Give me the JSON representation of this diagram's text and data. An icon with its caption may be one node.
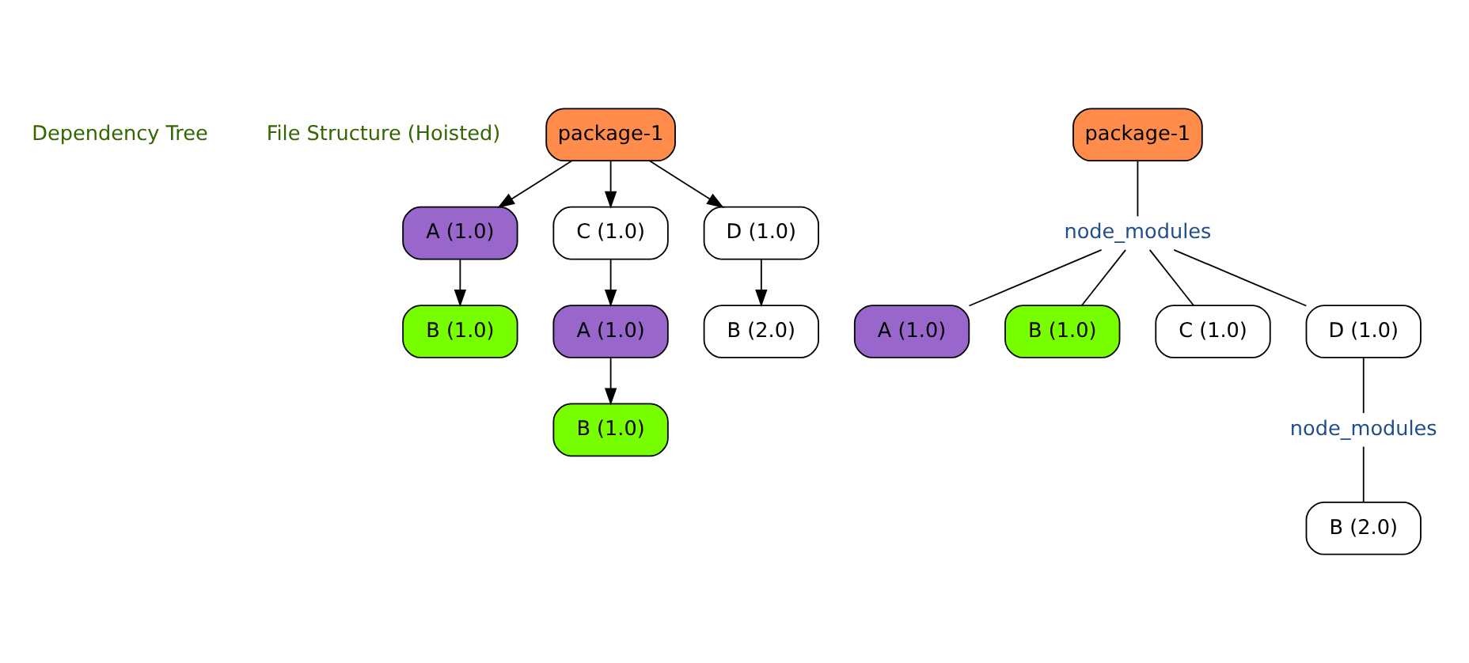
{
  "diagram": {
    "nodes": [
      {
        "text": [
          "package-1"
        ]
      },
      {
        "text": [
          "A (1.0)"
        ]
      },
      {
        "text": [
          "C (1.0)"
        ]
      },
      {
        "text": [
          "D (1.0)"
        ]
      },
      {
        "text": [
          "B (1.0)"
        ]
      },
      {
        "text": [
          "A (1.0)"
        ]
      },
      {
        "text": [
          "B (2.0)"
        ]
      },
      {
        "text": [
          "B (1.0)"
        ]
      },
      {
        "text": [
          "package-1"
        ]
      },
      {
        "text": [
          "node_modules"
        ]
      },
      {
        "text": [
          "A (1.0)"
        ]
      },
      {
        "text": [
          "B (1.0)"
        ]
      },
      {
        "text": [
          "C (1.0)"
        ]
      },
      {
        "text": [
          "D (1.0)"
        ]
      },
      {
        "text": [
          "node_modules"
        ]
      },
      {
        "text": [
          "B (2.0)"
        ]
      }
    ],
    "edges": [
      {
        "from": 0,
        "to": 1,
        "arrow": "to"
      },
      {
        "from": 0,
        "to": 2,
        "arrow": "to"
      },
      {
        "from": 0,
        "to": 3,
        "arrow": "to"
      },
      {
        "from": 1,
        "to": 4,
        "arrow": "to"
      },
      {
        "from": 2,
        "to": 5,
        "arrow": "to"
      },
      {
        "from": 3,
        "to": 6,
        "arrow": "to"
      },
      {
        "from": 5,
        "to": 7,
        "arrow": "to"
      },
      {
        "from": 8,
        "to": 9,
        "arrow": "none"
      },
      {
        "from": 9,
        "to": 10,
        "arrow": "none"
      },
      {
        "from": 9,
        "to": 11,
        "arrow": "none"
      },
      {
        "from": 9,
        "to": 12,
        "arrow": "none"
      },
      {
        "from": 9,
        "to": 13,
        "arrow": "none"
      },
      {
        "from": 13,
        "to": 14,
        "arrow": "none"
      },
      {
        "from": 14,
        "to": 15,
        "arrow": "none"
      }
    ],
    "labels": [
      "Dependency Tree",
      "File Structure (Hoisted)"
    ]
  }
}
